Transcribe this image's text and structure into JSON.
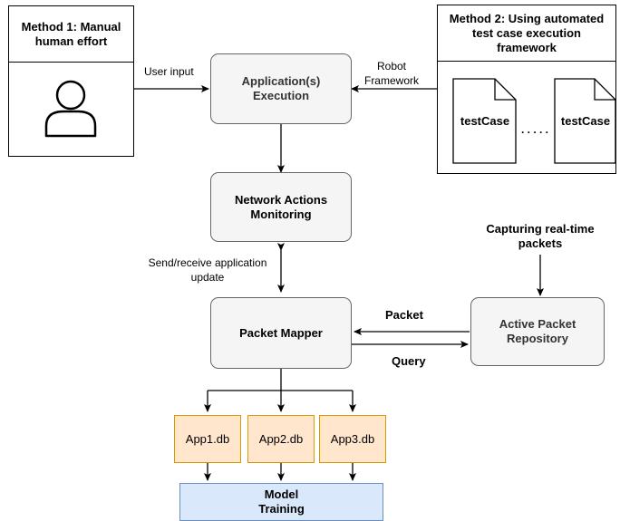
{
  "method1": {
    "title": "Method 1: Manual human effort",
    "icon": "user-icon"
  },
  "method2": {
    "title": "Method 2: Using automated test case execution framework",
    "testcase_left": "testCase",
    "testcase_right": "testCase",
    "separator": ". . . . ."
  },
  "nodes": {
    "app_execution": "Application(s) Execution",
    "network_monitoring": "Network Actions Monitoring",
    "packet_mapper": "Packet Mapper",
    "active_repo": "Active Packet Repository",
    "databases": [
      "App1.db",
      "App2.db",
      "App3.db"
    ],
    "model_training": "Model Training"
  },
  "edge_labels": {
    "user_input": "User input",
    "robot_framework": "Robot Framework",
    "send_receive": "Send/receive application update",
    "capturing": "Capturing real-time packets",
    "packet": "Packet",
    "query": "Query"
  },
  "colors": {
    "process_fill": "#f5f5f5",
    "process_stroke": "#666666",
    "db_fill": "#ffe6cc",
    "db_stroke": "#d79b00",
    "model_fill": "#dae8fc",
    "model_stroke": "#6c8ebf"
  }
}
